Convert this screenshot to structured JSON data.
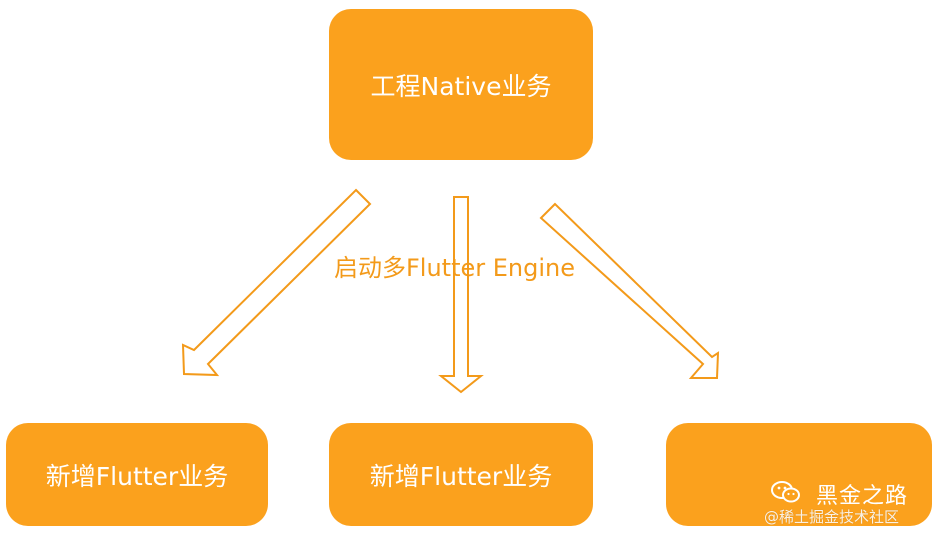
{
  "colors": {
    "box": "#fba11d",
    "arrow": "#f39a1a",
    "text_on_box": "#ffffff",
    "label": "#f39a1a"
  },
  "diagram": {
    "top_box": {
      "label": "工程Native业务"
    },
    "center_label": "启动多Flutter Engine",
    "bottom_boxes": [
      {
        "label": "新增Flutter业务"
      },
      {
        "label": "新增Flutter业务"
      },
      {
        "label": ""
      }
    ]
  },
  "watermark": {
    "icon": "wechat-icon",
    "name": "黑金之路",
    "sub": "@稀土掘金技术社区"
  }
}
